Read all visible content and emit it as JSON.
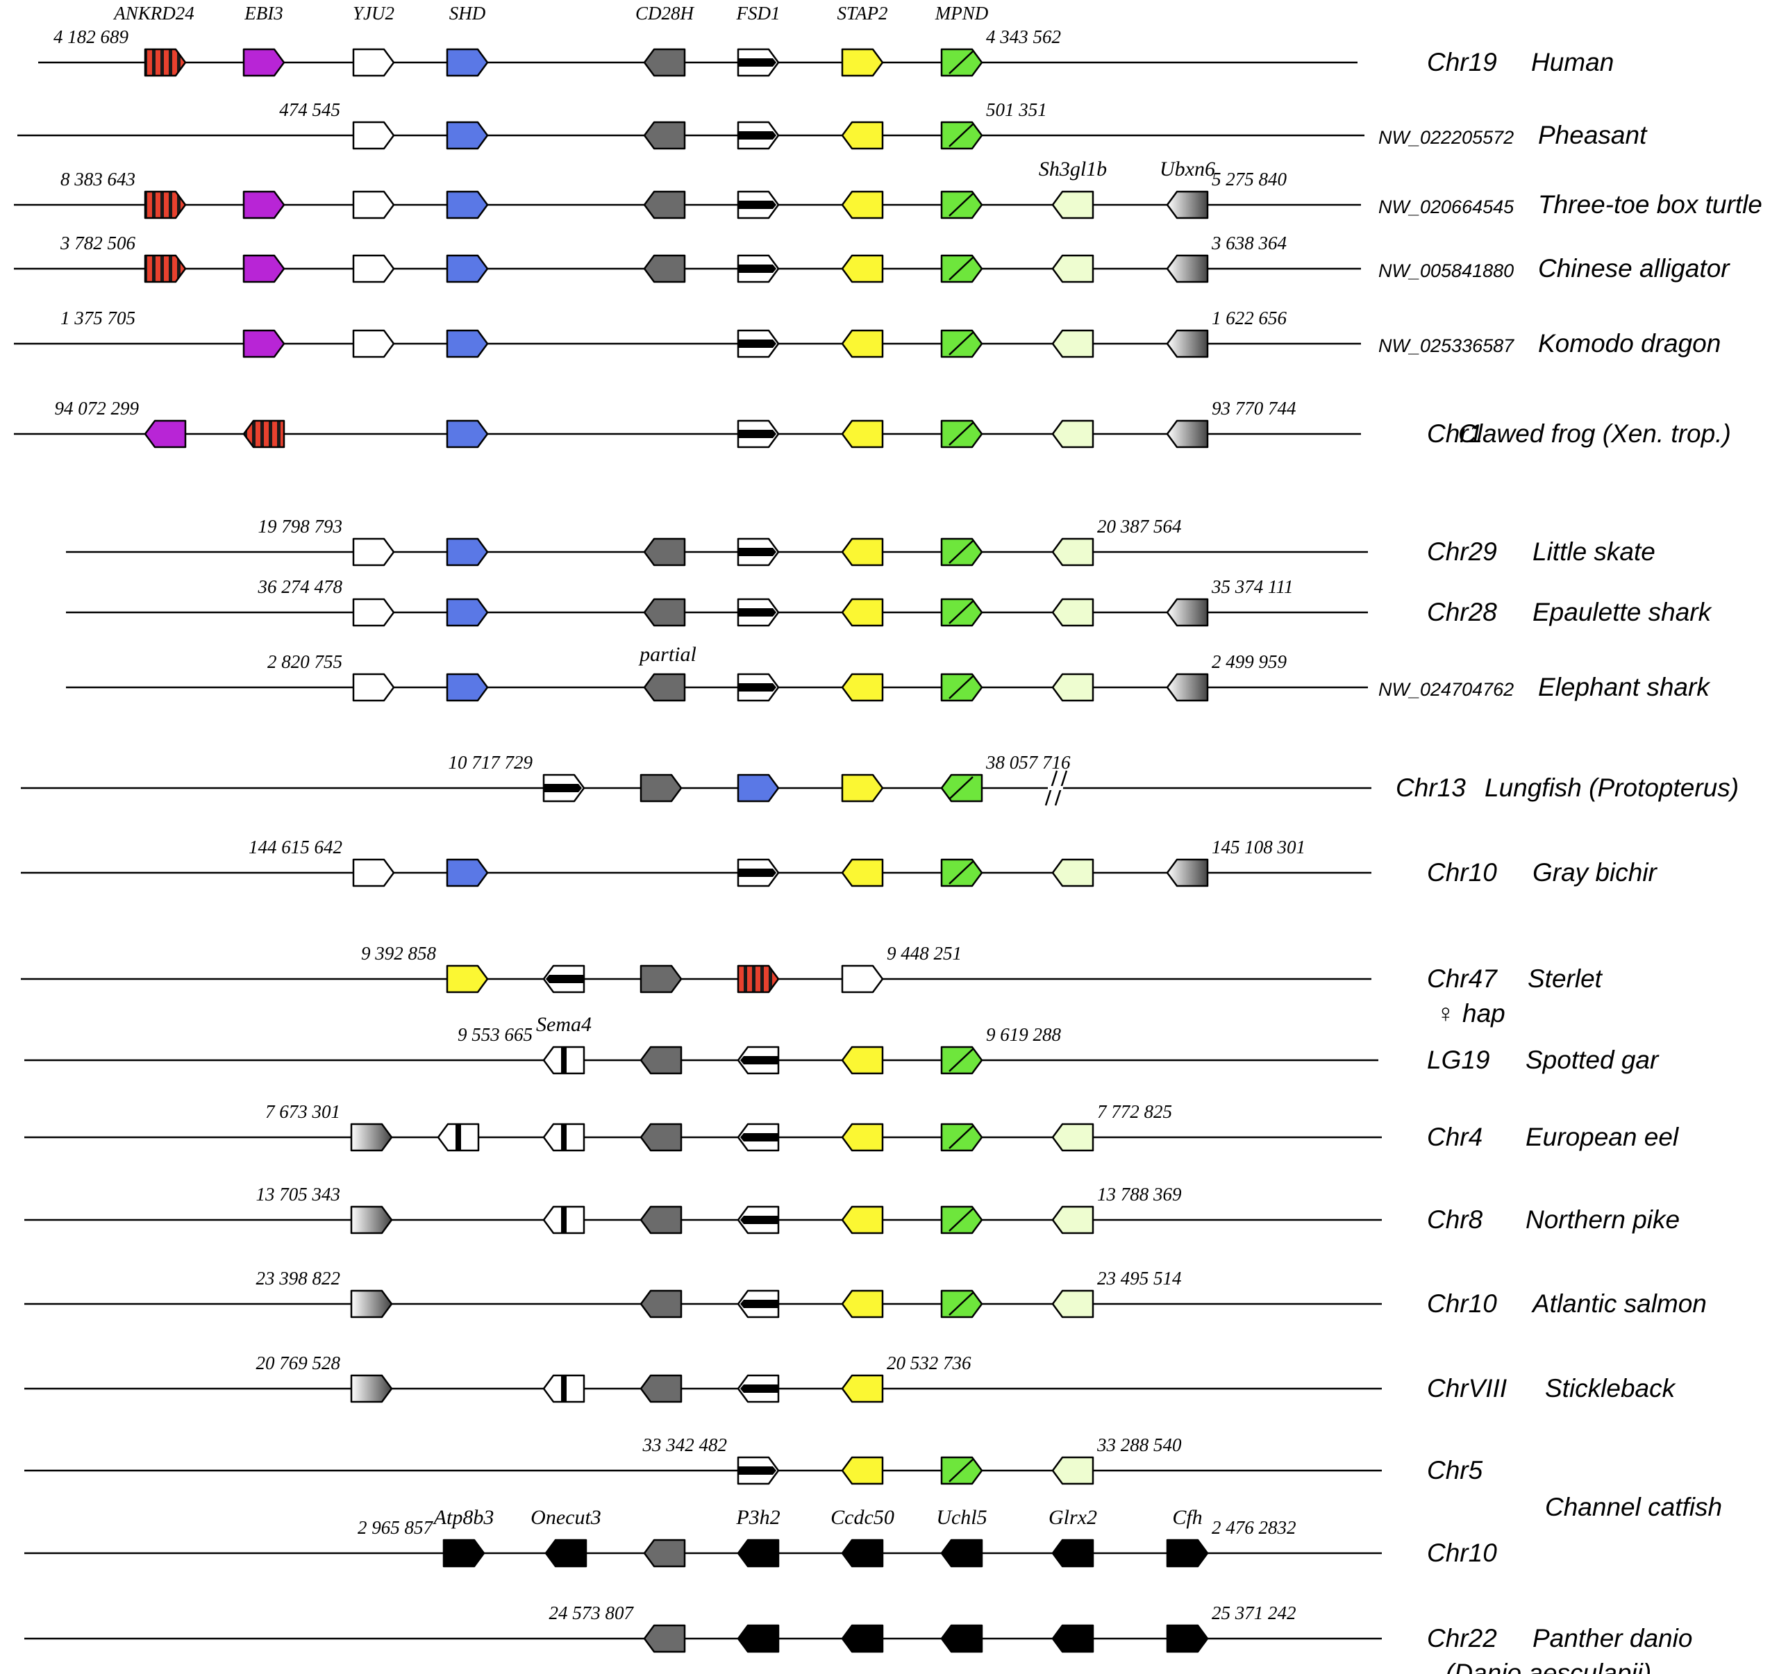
{
  "gene_headers": [
    "ANKRD24",
    "EBI3",
    "YJU2",
    "SHD",
    "CD28H",
    "FSD1",
    "STAP2",
    "MPND"
  ],
  "colors": {
    "ANKRD24": "#e8412e",
    "EBI3": "#b825d6",
    "YJU2": "#ffffff",
    "SHD": "#5a78e6",
    "CD28H": "#6b6b6b",
    "FSD1": "#ffffff",
    "STAP2": "#fbf733",
    "MPND": "#6ee63c",
    "Sh3gl1b": "#eefdd0",
    "Ubxn6": "#8a8a8a",
    "Sema4": "#ffffff",
    "black_gene": "#000000"
  },
  "rows": [
    {
      "chr": "Chr19",
      "species": "Human",
      "left_coord": "4 182 689",
      "right_coord": "4 343 562",
      "genes": [
        "ANKRD24",
        "EBI3",
        "YJU2",
        "SHD",
        "CD28H",
        "FSD1",
        "STAP2",
        "MPND"
      ]
    },
    {
      "chr": "NW_022205572",
      "species": "Pheasant",
      "left_coord": "474 545",
      "right_coord": "501 351",
      "genes": [
        "YJU2",
        "SHD",
        "CD28H",
        "FSD1",
        "STAP2",
        "MPND"
      ]
    },
    {
      "chr": "NW_020664545",
      "species": "Three-toe box turtle",
      "left_coord": "8 383 643",
      "right_coord": "5 275 840",
      "genes": [
        "ANKRD24",
        "EBI3",
        "YJU2",
        "SHD",
        "CD28H",
        "FSD1",
        "STAP2",
        "MPND",
        "Sh3gl1b",
        "Ubxn6"
      ],
      "gene_labels": [
        "Sh3gl1b",
        "Ubxn6"
      ]
    },
    {
      "chr": "NW_005841880",
      "species": "Chinese alligator",
      "left_coord": "3 782 506",
      "right_coord": "3 638 364",
      "genes": [
        "ANKRD24",
        "EBI3",
        "YJU2",
        "SHD",
        "CD28H",
        "FSD1",
        "STAP2",
        "MPND",
        "Sh3gl1b",
        "Ubxn6"
      ]
    },
    {
      "chr": "NW_025336587",
      "species": "Komodo dragon",
      "left_coord": "1 375 705",
      "right_coord": "1 622 656",
      "genes": [
        "EBI3",
        "YJU2",
        "SHD",
        "FSD1",
        "STAP2",
        "MPND",
        "Sh3gl1b",
        "Ubxn6"
      ]
    },
    {
      "chr": "Chr1",
      "species": "Clawed frog (Xen. trop.)",
      "left_coord": "94 072 299",
      "right_coord": "93 770 744",
      "genes": [
        "EBI3",
        "ANKRD24",
        "SHD",
        "FSD1",
        "STAP2",
        "MPND",
        "Sh3gl1b",
        "Ubxn6"
      ]
    },
    {
      "chr": "Chr29",
      "species": "Little skate",
      "left_coord": "19 798 793",
      "right_coord": "20 387 564",
      "genes": [
        "YJU2",
        "SHD",
        "CD28H",
        "FSD1",
        "STAP2",
        "MPND",
        "Sh3gl1b"
      ]
    },
    {
      "chr": "Chr28",
      "species": "Epaulette shark",
      "left_coord": "36 274 478",
      "right_coord": "35 374 111",
      "genes": [
        "YJU2",
        "SHD",
        "CD28H",
        "FSD1",
        "STAP2",
        "MPND",
        "Sh3gl1b",
        "Ubxn6"
      ]
    },
    {
      "chr": "NW_024704762",
      "species": "Elephant shark",
      "left_coord": "2 820 755",
      "right_coord": "2 499 959",
      "genes": [
        "YJU2",
        "SHD",
        "CD28H",
        "FSD1",
        "STAP2",
        "MPND",
        "Sh3gl1b",
        "Ubxn6"
      ],
      "note": "partial"
    },
    {
      "chr": "Chr13",
      "species": "Lungfish (Protopterus)",
      "left_coord": "10 717 729",
      "right_coord": "38 057 716",
      "genes": [
        "FSD1",
        "CD28H",
        "SHD",
        "STAP2",
        "MPND"
      ],
      "break": true
    },
    {
      "chr": "Chr10",
      "species": "Gray bichir",
      "left_coord": "144 615 642",
      "right_coord": "145 108 301",
      "genes": [
        "YJU2",
        "SHD",
        "FSD1",
        "STAP2",
        "MPND",
        "Sh3gl1b",
        "Ubxn6"
      ]
    },
    {
      "chr": "Chr47",
      "chr_extra": "♀ hap",
      "species": "Sterlet",
      "left_coord": "9 392 858",
      "right_coord": "9 448 251",
      "genes": [
        "STAP2",
        "FSD1",
        "CD28H",
        "ANKRD24",
        "YJU2"
      ]
    },
    {
      "chr": "LG19",
      "species": "Spotted gar",
      "left_coord": "9 553 665",
      "right_coord": "9 619 288",
      "genes": [
        "Sema4",
        "CD28H",
        "FSD1",
        "STAP2",
        "MPND"
      ],
      "gene_labels": [
        "Sema4"
      ]
    },
    {
      "chr": "Chr4",
      "species": "European eel",
      "left_coord": "7 673 301",
      "right_coord": "7 772 825",
      "genes": [
        "Ubxn6",
        "Sema4",
        "Sema4",
        "CD28H",
        "FSD1",
        "STAP2",
        "MPND",
        "Sh3gl1b"
      ]
    },
    {
      "chr": "Chr8",
      "species": "Northern pike",
      "left_coord": "13 705 343",
      "right_coord": "13 788 369",
      "genes": [
        "Ubxn6",
        "Sema4",
        "CD28H",
        "FSD1",
        "STAP2",
        "MPND",
        "Sh3gl1b"
      ]
    },
    {
      "chr": "Chr10",
      "species": "Atlantic salmon",
      "left_coord": "23 398 822",
      "right_coord": "23 495 514",
      "genes": [
        "Ubxn6",
        "CD28H",
        "FSD1",
        "STAP2",
        "MPND",
        "Sh3gl1b"
      ]
    },
    {
      "chr": "ChrVIII",
      "species": "Stickleback",
      "left_coord": "20 769 528",
      "right_coord": "20 532 736",
      "genes": [
        "Ubxn6",
        "Sema4",
        "CD28H",
        "FSD1",
        "STAP2"
      ]
    },
    {
      "chr": "Chr5",
      "species": "",
      "left_coord": "33 342 482",
      "right_coord": "33 288 540",
      "genes": [
        "FSD1",
        "STAP2",
        "MPND",
        "Sh3gl1b"
      ]
    },
    {
      "chr": "Chr10",
      "species": "",
      "left_coord": "2 965 857",
      "right_coord": "2 476 2832",
      "genes": [
        "Atp8b3",
        "Onecut3",
        "CD28H",
        "P3h2",
        "Ccdc50",
        "Uchl5",
        "Glrx2",
        "Cfh"
      ],
      "gene_labels": [
        "Atp8b3",
        "Onecut3",
        "P3h2",
        "Ccdc50",
        "Uchl5",
        "Glrx2",
        "Cfh"
      ]
    },
    {
      "chr": "Chr22",
      "species": "Panther danio",
      "species_extra": "(Danio aesculapii)",
      "left_coord": "24 573 807",
      "right_coord": "25 371 242",
      "genes": [
        "CD28H",
        "P3h2",
        "Ccdc50",
        "Uchl5",
        "Glrx2",
        "Cfh"
      ]
    }
  ],
  "shared_species_label": "Channel catfish"
}
